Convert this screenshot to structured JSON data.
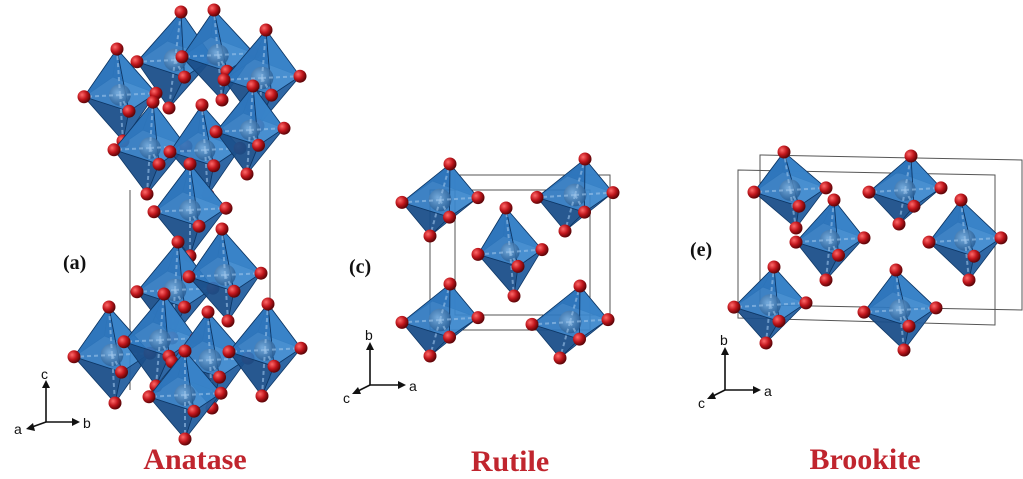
{
  "colors": {
    "octahedron_light": "#2f78bf",
    "octahedron_dark": "#1b4f8a",
    "octahedron_edge": "#0e3766",
    "oxygen": "#c0161c",
    "oxygen_highlight": "#ff6a6a",
    "cell": "#555555",
    "label_red": "#c0252e"
  },
  "panels": [
    {
      "id": "anatase",
      "letter": "(a)",
      "name": "Anatase",
      "axes": {
        "up": "c",
        "left": "a",
        "right": "b"
      }
    },
    {
      "id": "rutile",
      "letter": "(c)",
      "name": "Rutile",
      "axes": {
        "up": "b",
        "left": "c",
        "right": "a"
      }
    },
    {
      "id": "brookite",
      "letter": "(e)",
      "name": "Brookite",
      "axes": {
        "up": "b",
        "left": "c",
        "right": "a"
      }
    }
  ]
}
